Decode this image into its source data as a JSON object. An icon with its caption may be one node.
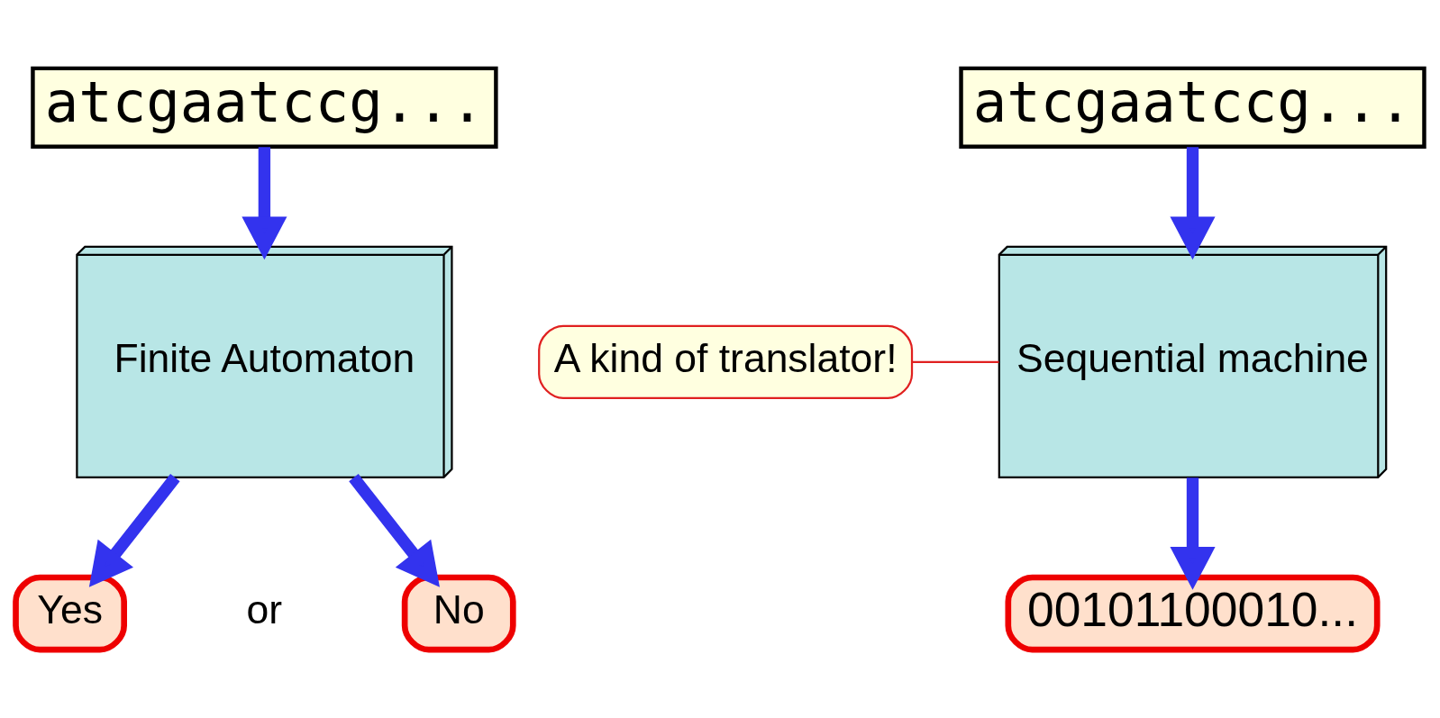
{
  "diagram": {
    "nodes": [
      {
        "text": [
          "atcgaatccg..."
        ]
      },
      {
        "text": [
          "Finite Automaton"
        ]
      },
      {
        "text": [
          "Yes"
        ]
      },
      {
        "text": [
          "No"
        ]
      },
      {
        "text": [
          "atcgaatccg..."
        ]
      },
      {
        "text": [
          "Sequential machine"
        ]
      },
      {
        "text": [
          "00101100010..."
        ]
      },
      {
        "text": [
          "A kind of translator!"
        ]
      }
    ],
    "edges": [
      {
        "from": 0,
        "to": 1,
        "arrow": "to"
      },
      {
        "from": 1,
        "to": 2,
        "arrow": "to"
      },
      {
        "from": 1,
        "to": 3,
        "arrow": "to"
      },
      {
        "from": 4,
        "to": 5,
        "arrow": "to"
      },
      {
        "from": 5,
        "to": 6,
        "arrow": "to"
      },
      {
        "from": 7,
        "to": 5,
        "arrow": "none",
        "color": "#e02020"
      }
    ],
    "labels": [
      "or"
    ]
  }
}
